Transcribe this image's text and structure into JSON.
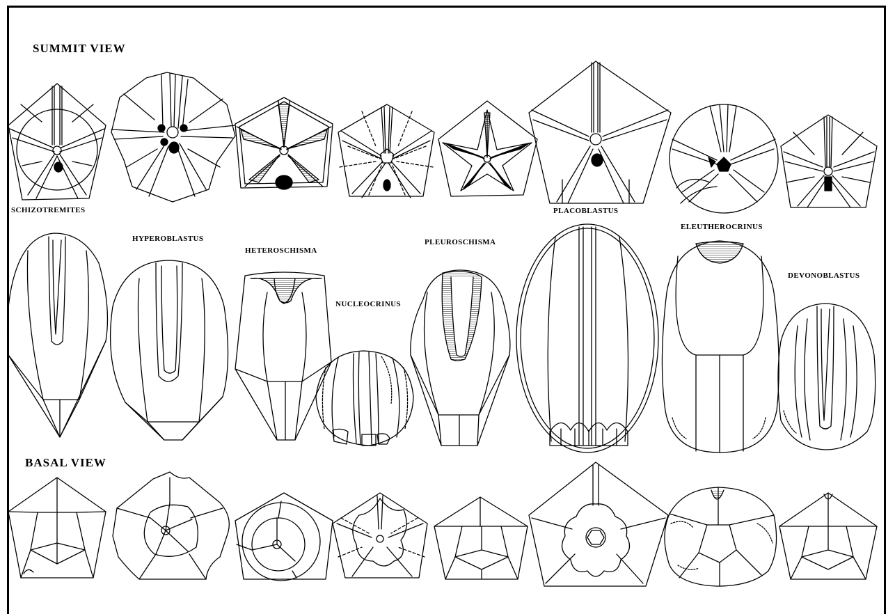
{
  "headings": {
    "summit": "SUMMIT VIEW",
    "basal": "BASAL VIEW"
  },
  "genera": [
    {
      "name": "SCHIZOTREMITES",
      "summit_shape": "pentagon-with-ambulacra",
      "lateral_shape": "pointed-base-elongate",
      "basal_shape": "pentagon-plates"
    },
    {
      "name": "HYPEROBLASTUS",
      "summit_shape": "scalloped-pentagon-with-ambulacra",
      "lateral_shape": "rounded-pointed-base",
      "basal_shape": "scalloped-pentagon-plates"
    },
    {
      "name": "HETEROSCHISMA",
      "summit_shape": "pentagon-with-hatched-ambulacra",
      "lateral_shape": "truncated-cone",
      "basal_shape": "pentagon-concentric-plates"
    },
    {
      "name": "NUCLEOCRINUS",
      "summit_shape": "pentagon-with-dashed-ambulacra",
      "lateral_shape": "globular",
      "basal_shape": "star-shaped-ambulacra"
    },
    {
      "name": "PLEUROSCHISMA",
      "summit_shape": "star-ambulacra",
      "lateral_shape": "pointed-base-elongate",
      "basal_shape": "pentagon-plates"
    },
    {
      "name": "PLACOBLASTUS",
      "summit_shape": "large-pentagon-with-ambulacra",
      "lateral_shape": "tall-ellipse",
      "basal_shape": "pentagon-flower-ambulacra"
    },
    {
      "name": "ELEUTHEROCRINUS",
      "summit_shape": "round-asymmetric",
      "lateral_shape": "barrel",
      "basal_shape": "round-with-short-ambulacra"
    },
    {
      "name": "DEVONOBLASTUS",
      "summit_shape": "pentagon-with-ambulacra",
      "lateral_shape": "ovoid",
      "basal_shape": "pentagon-plates"
    }
  ],
  "colors": {
    "ink": "#000000",
    "paper": "#ffffff"
  }
}
